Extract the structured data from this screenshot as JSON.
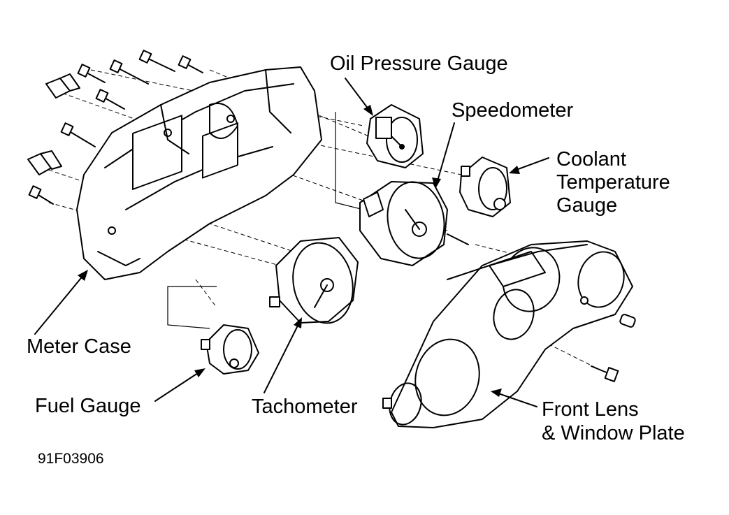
{
  "labels": {
    "oil_pressure_gauge": "Oil Pressure Gauge",
    "speedometer": "Speedometer",
    "coolant_line1": "Coolant",
    "coolant_line2": "Temperature",
    "coolant_line3": "Gauge",
    "meter_case": "Meter Case",
    "fuel_gauge": "Fuel Gauge",
    "tachometer": "Tachometer",
    "front_lens_line1": "Front Lens",
    "front_lens_line2": "& Window Plate"
  },
  "figure_code": "91F03906",
  "colors": {
    "ink": "#000000",
    "background": "#ffffff"
  }
}
